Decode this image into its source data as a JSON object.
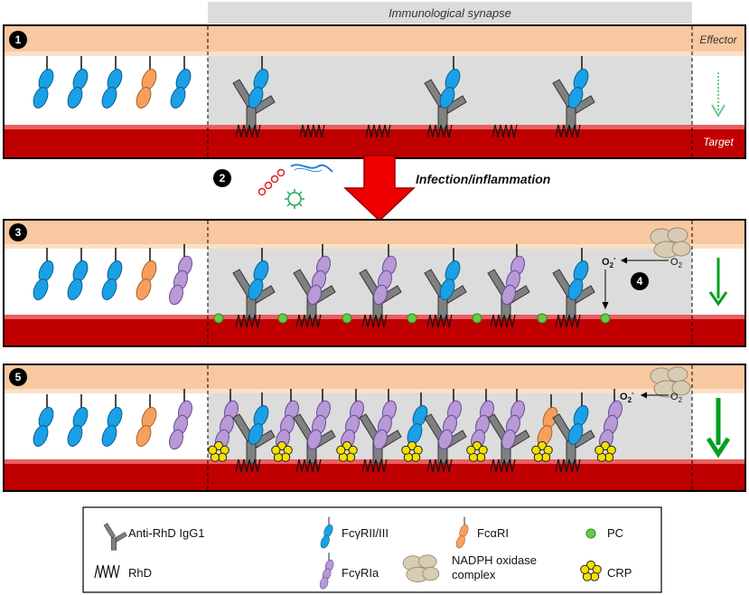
{
  "header": {
    "synapse_label": "Immunological synapse"
  },
  "panels": [
    {
      "number": "1",
      "effector_label": "Effector",
      "target_label": "Target"
    },
    {
      "number": "3"
    },
    {
      "number": "5"
    }
  ],
  "transition": {
    "number": "2",
    "label": "Infection/inflammation"
  },
  "ros": {
    "step_number": "4",
    "o2_label": "O",
    "o2_sub": "2",
    "superoxide_label": "O",
    "superoxide_sub": "2",
    "superoxide_sup": "-"
  },
  "legend": {
    "igg1": "Anti-RhD IgG1",
    "fcgr2_3": "FcγRII/III",
    "fcar": "FcαRI",
    "pc": "PC",
    "rhd": "RhD",
    "fcgr1": "FcγRIa",
    "nadph_line1": "NADPH oxidase",
    "nadph_line2": "complex",
    "crp": "CRP"
  },
  "colors": {
    "effector": "#f8c8a0",
    "target": "#c00000",
    "synapse": "#dcdcdc",
    "fcgr2_3": "#1aa0e6",
    "fcgr1": "#b79ad6",
    "fcar": "#f5a060",
    "pc": "#66cc44",
    "crp": "#f5e000",
    "arrow_red": "#ee0000",
    "arrow_green": "#00a020"
  }
}
